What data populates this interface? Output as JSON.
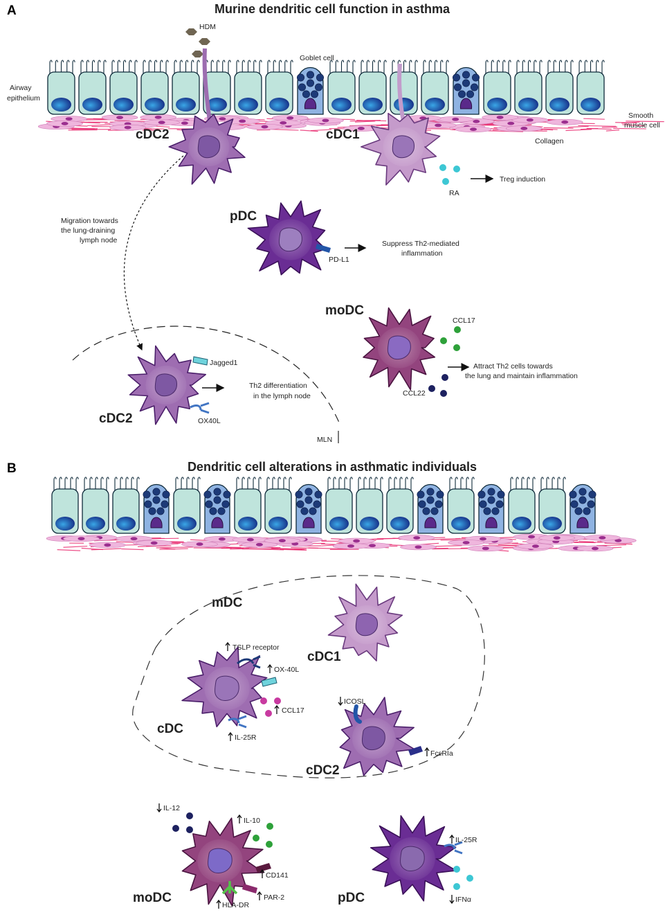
{
  "panel_a": {
    "letter": "A",
    "title": "Murine dendritic cell function in asthma",
    "labels": {
      "hdm": "HDM",
      "goblet_cell": "Goblet cell",
      "airway_epithelium_1": "Airway",
      "airway_epithelium_2": "epithelium",
      "smooth_muscle_1": "Smooth",
      "smooth_muscle_2": "muscle cell",
      "collagen": "Collagen",
      "cdc2_top": "cDC2",
      "cdc1": "cDC1",
      "ra": "RA",
      "treg": "Treg induction",
      "migration_1": "Migration towards",
      "migration_2": "the lung-draining",
      "migration_3": "lymph node",
      "pdc": "pDC",
      "pdl1": "PD-L1",
      "suppress_1": "Suppress Th2-mediated",
      "suppress_2": "inflammation",
      "modc": "moDC",
      "ccl17": "CCL17",
      "ccl22": "CCL22",
      "attract_1": "Attract Th2 cells towards",
      "attract_2": "the lung and maintain inflammation",
      "jagged1": "Jagged1",
      "ox40l": "OX40L",
      "th2_1": "Th2 differentiation",
      "th2_2": "in the lymph node",
      "cdc2_bottom": "cDC2",
      "mln": "MLN"
    }
  },
  "panel_b": {
    "letter": "B",
    "title": "Dendritic cell alterations in asthmatic individuals",
    "labels": {
      "mdc": "mDC",
      "cdc1": "cDC1",
      "cdc": "cDC",
      "cdc2": "cDC2",
      "tslp": "TSLP receptor",
      "ox40l": "OX-40L",
      "ccl17": "CCL17",
      "il25r_cdc": "IL-25R",
      "icosl": "ICOSL",
      "fceria": "FcεRIa",
      "il12": "IL-12",
      "il10": "IL-10",
      "cd141": "CD141",
      "par2": "PAR-2",
      "hladr": "HLA-DR",
      "modc": "moDC",
      "pdc": "pDC",
      "il25r_pdc": "IL-25R",
      "ifna": "IFNα"
    }
  },
  "colors": {
    "epithelium": "#bfe4dc",
    "nucleus": "#1e4fa8",
    "goblet": "#8fb3e2",
    "granule": "#1d3a78",
    "smooth_muscle": "#efb6dd",
    "collagen": "#e8246b",
    "cdc_light": "#c59bcb",
    "cdc_mid": "#9e6db1",
    "pdc": "#6a2d94",
    "modc": "#93447e",
    "ra": "#3dc7d4",
    "green_dot": "#2ea13a",
    "navy_dot": "#1d2160",
    "magenta_dot": "#c83aa0"
  }
}
